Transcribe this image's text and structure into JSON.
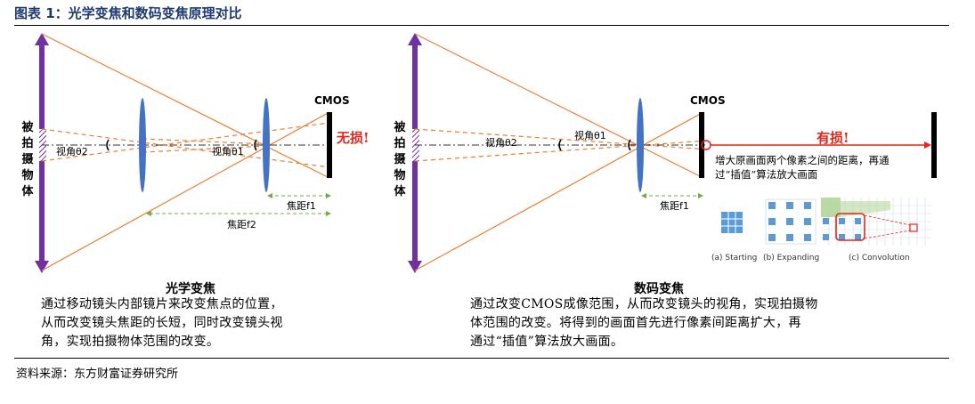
{
  "header": {
    "title": "图表 1：光学变焦和数码变焦原理对比"
  },
  "left": {
    "object_label": "被拍摄物体",
    "angle2": "视角θ2",
    "angle1": "视角θ1",
    "cmos": "CMOS",
    "lossless": "无损!",
    "focal1": "焦距f1",
    "focal2": "焦距f2",
    "title": "光学变焦",
    "desc": [
      "通过移动镜头内部镜片来改变焦点的位置，",
      "从而改变镜头焦距的长短，同时改变镜头视",
      "角，实现拍摄物体范围的改变。"
    ]
  },
  "right": {
    "object_label": "被拍摄物体",
    "angle2": "视角θ2",
    "angle1": "视角θ1",
    "cmos": "CMOS",
    "lossy": "有损!",
    "note": [
      "增大原画面两个像素之间的距离，再通",
      "过“插值”算法放大画面"
    ],
    "focal1": "焦距f1",
    "stage_labels": [
      "(a) Starting",
      "(b) Expanding",
      "(c) Convolution"
    ],
    "title": "数码变焦",
    "desc": [
      "通过改变CMOS成像范围，从而改变镜头的视角，实现拍摄物",
      "体范围的改变。将得到的画面首先进行像素间距离扩大，再",
      "通过“插值”算法放大画面。"
    ]
  },
  "footer": {
    "source": "资料来源：东方财富证券研究所"
  },
  "colors": {
    "purple": "#7030a0",
    "orange": "#ed7d31",
    "blue": "#4472c4",
    "red": "#e8231a",
    "green": "#70ad47"
  }
}
